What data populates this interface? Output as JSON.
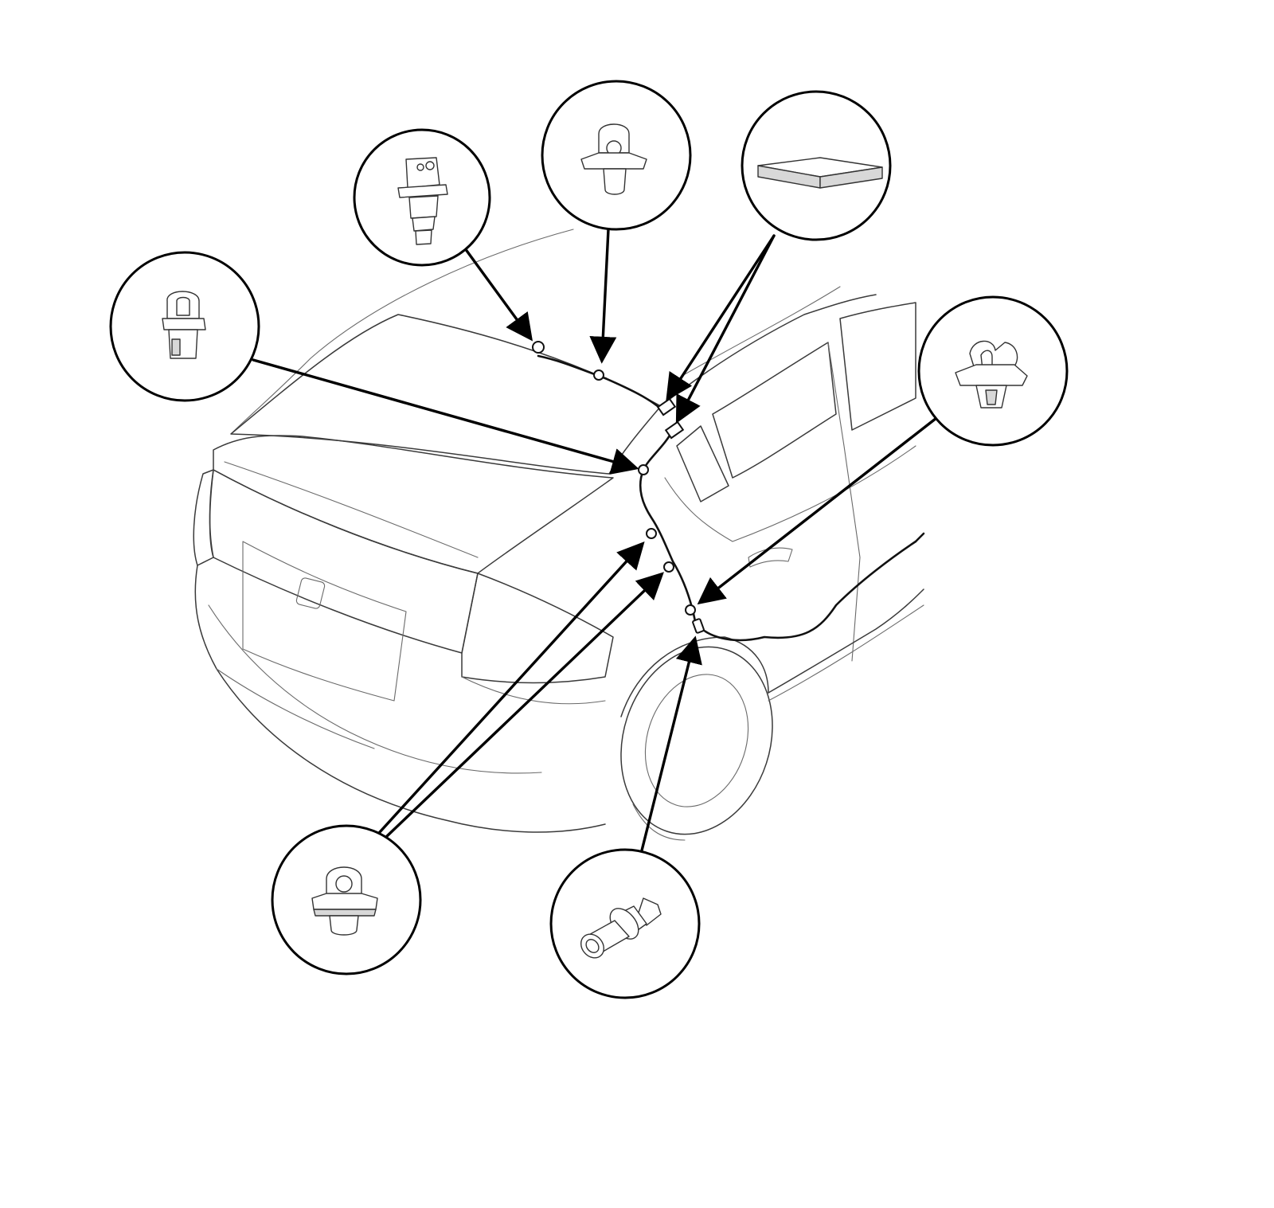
{
  "diagram": {
    "subject": "rear-window-washer-hose-routing",
    "callouts": [
      {
        "id": "nozzle",
        "part": "washer-nozzle-icon"
      },
      {
        "id": "top-clip",
        "part": "hose-clip-icon"
      },
      {
        "id": "foam-pad",
        "part": "foam-cushion-icon"
      },
      {
        "id": "upper-left-clip",
        "part": "hose-clamp-icon"
      },
      {
        "id": "side-clip",
        "part": "hose-clamp-icon"
      },
      {
        "id": "lower-clip",
        "part": "hose-clip-icon"
      },
      {
        "id": "joint",
        "part": "hose-joint-icon"
      }
    ],
    "colors": {
      "line": "#000000",
      "body": "#3a3a3a",
      "background": "#ffffff"
    }
  }
}
